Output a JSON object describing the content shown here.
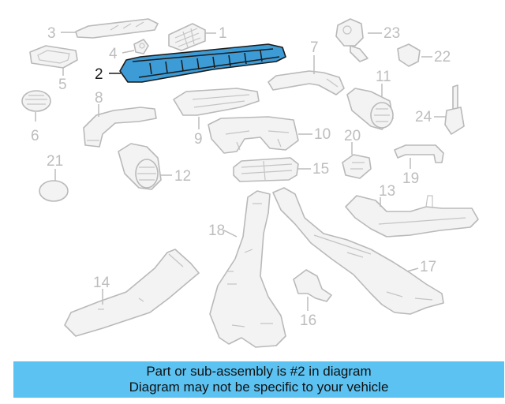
{
  "colors": {
    "highlight_part": "#3d9bd6",
    "banner_background": "#5bc2f2",
    "faded_outline": "#b9b9b9",
    "faded_fill": "#f3f3f3"
  },
  "callouts": {
    "c1": "1",
    "c2": "2",
    "c3": "3",
    "c4": "4",
    "c5": "5",
    "c6": "6",
    "c7": "7",
    "c8": "8",
    "c9": "9",
    "c10": "10",
    "c11": "11",
    "c12": "12",
    "c13": "13",
    "c14": "14",
    "c15": "15",
    "c16": "16",
    "c17": "17",
    "c18": "18",
    "c19": "19",
    "c20": "20",
    "c21": "21",
    "c22": "22",
    "c23": "23",
    "c24": "24"
  },
  "highlighted_part": "2",
  "banner": {
    "line1": "Part or sub-assembly is #2 in diagram",
    "line2": "Diagram may not be specific to your vehicle"
  }
}
